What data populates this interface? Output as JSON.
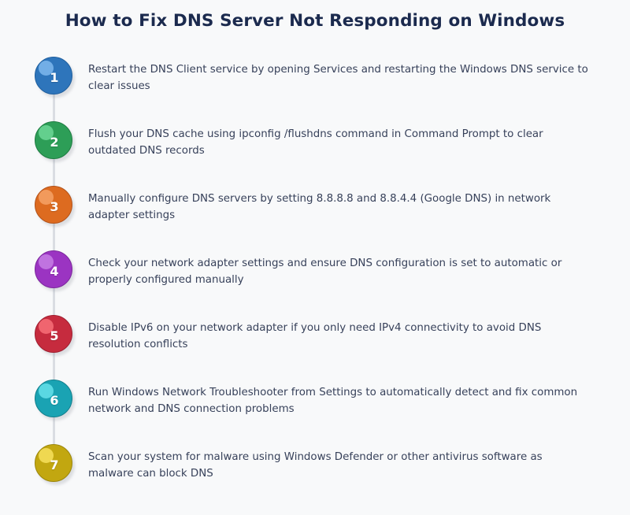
{
  "page": {
    "title": "How to Fix DNS Server Not Responding on Windows",
    "background_color": "#f8f9fa",
    "title_color": "#1b2a4e",
    "text_color": "#37415a",
    "connector_color": "#dadde2"
  },
  "steps": [
    {
      "number": "1",
      "text": "Restart the DNS Client service by opening Services and restarting the Windows DNS service to clear issues",
      "color": "#2e75bb",
      "border_color": "#1f5f9e",
      "gloss_color": "#72aee6"
    },
    {
      "number": "2",
      "text": "Flush your DNS cache using ipconfig /flushdns command in Command Prompt to clear outdated DNS records",
      "color": "#2d9e57",
      "border_color": "#1f7c42",
      "gloss_color": "#63cf8d"
    },
    {
      "number": "3",
      "text": "Manually configure DNS servers by setting 8.8.8.8 and 8.8.4.4 (Google DNS) in network adapter settings",
      "color": "#dd6b20",
      "border_color": "#b2521a",
      "gloss_color": "#f29a5c"
    },
    {
      "number": "4",
      "text": "Check your network adapter settings and ensure DNS configuration is set to automatic or properly configured manually",
      "color": "#9b34c2",
      "border_color": "#7b279c",
      "gloss_color": "#c073e0"
    },
    {
      "number": "5",
      "text": "Disable IPv6 on your network adapter if you only need IPv4 connectivity to avoid DNS resolution conflicts",
      "color": "#c62b3e",
      "border_color": "#9e1f30",
      "gloss_color": "#f0656f"
    },
    {
      "number": "6",
      "text": "Run Windows Network Troubleshooter from Settings to automatically detect and fix common network and DNS connection problems",
      "color": "#1aa3b3",
      "border_color": "#137f8c",
      "gloss_color": "#5ad8e2"
    },
    {
      "number": "7",
      "text": "Scan your system for malware using Windows Defender or other antivirus software as malware can block DNS",
      "color": "#c2a710",
      "border_color": "#9b860c",
      "gloss_color": "#efd851"
    }
  ]
}
